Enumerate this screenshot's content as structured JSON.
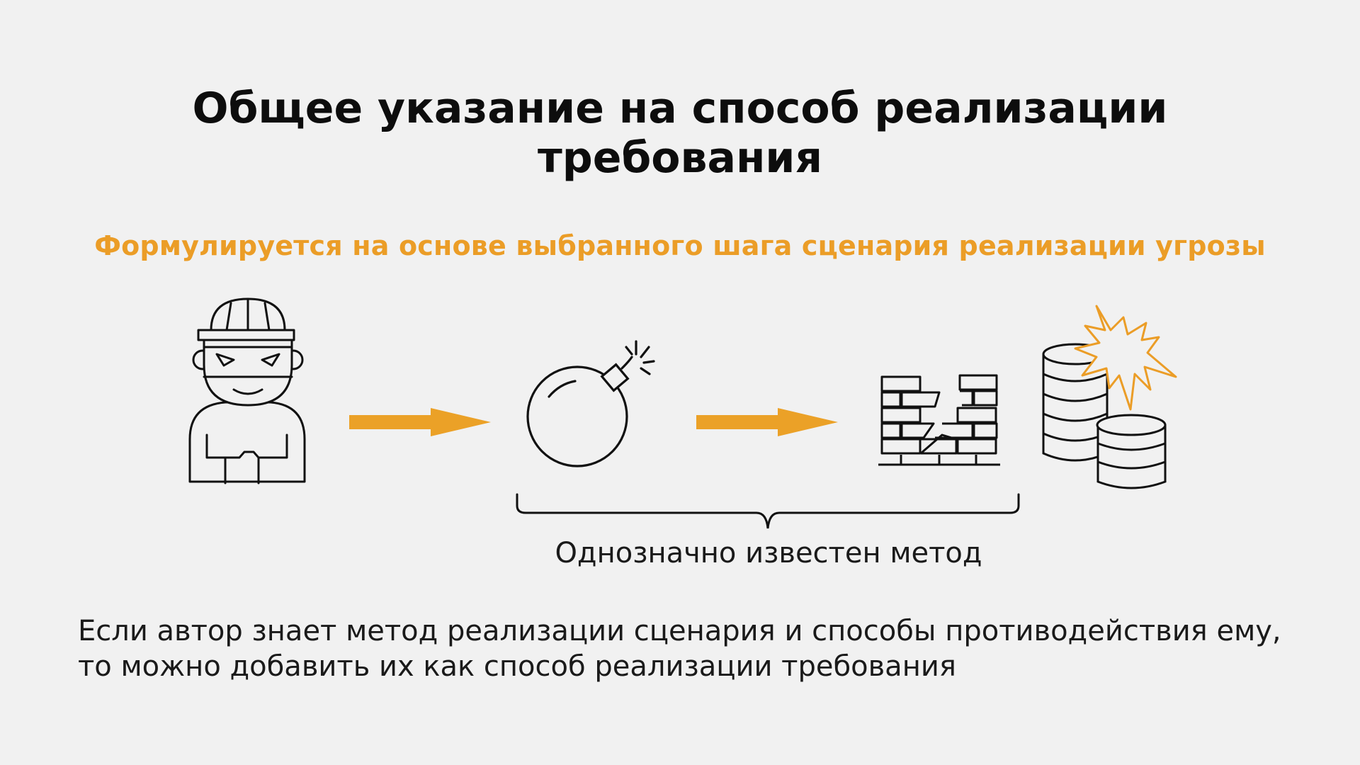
{
  "title": {
    "line1": "Общее указание на способ реализации",
    "line2": "требования"
  },
  "subtitle": "Формулируется на основе выбранного шага сценария реализации угрозы",
  "diagram": {
    "icons": [
      "attacker-icon",
      "bomb-icon",
      "broken-wall-icon",
      "coins-hit-icon"
    ],
    "bracket_label": "Однозначно известен метод"
  },
  "note": {
    "line1": "Если автор знает метод реализации сценария и способы противодействия ему,",
    "line2": "то можно добавить их как способ реализации требования"
  },
  "colors": {
    "accent": "#eb9d27",
    "text": "#111111",
    "background": "#f1f1f1"
  }
}
